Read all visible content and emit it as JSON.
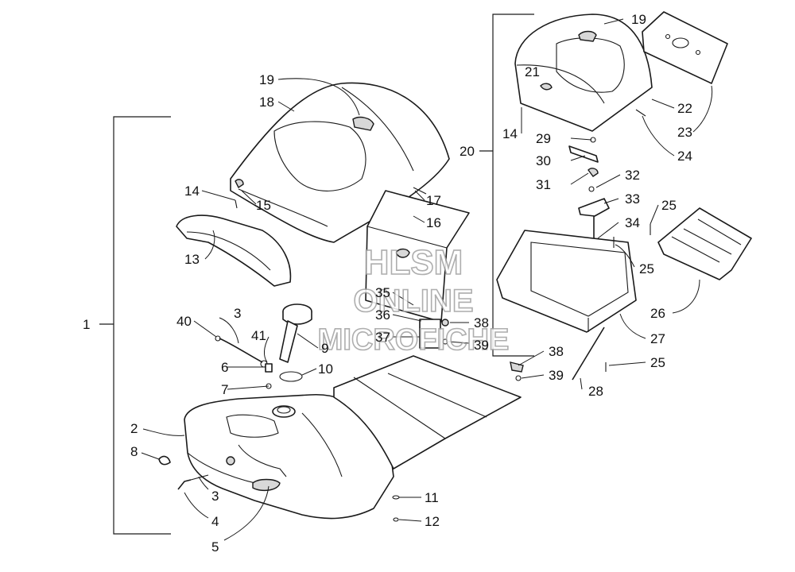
{
  "watermark": {
    "line1": "HLSM",
    "line2": "ONLINE",
    "line3": "MICROFICHE"
  },
  "callouts": {
    "c1": "1",
    "c2": "2",
    "c3a": "3",
    "c3b": "3",
    "c4": "4",
    "c5": "5",
    "c6": "6",
    "c7": "7",
    "c8": "8",
    "c9": "9",
    "c10": "10",
    "c11": "11",
    "c12": "12",
    "c13": "13",
    "c14a": "14",
    "c14b": "14",
    "c15": "15",
    "c16": "16",
    "c17": "17",
    "c18": "18",
    "c19a": "19",
    "c19b": "19",
    "c20": "20",
    "c21": "21",
    "c22": "22",
    "c23": "23",
    "c24": "24",
    "c25a": "25",
    "c25b": "25",
    "c25c": "25",
    "c26": "26",
    "c27": "27",
    "c28": "28",
    "c29": "29",
    "c30": "30",
    "c31": "31",
    "c32": "32",
    "c33": "33",
    "c34": "34",
    "c35": "35",
    "c36": "36",
    "c37": "37",
    "c38a": "38",
    "c38b": "38",
    "c39a": "39",
    "c39b": "39",
    "c40": "40",
    "c41": "41"
  }
}
